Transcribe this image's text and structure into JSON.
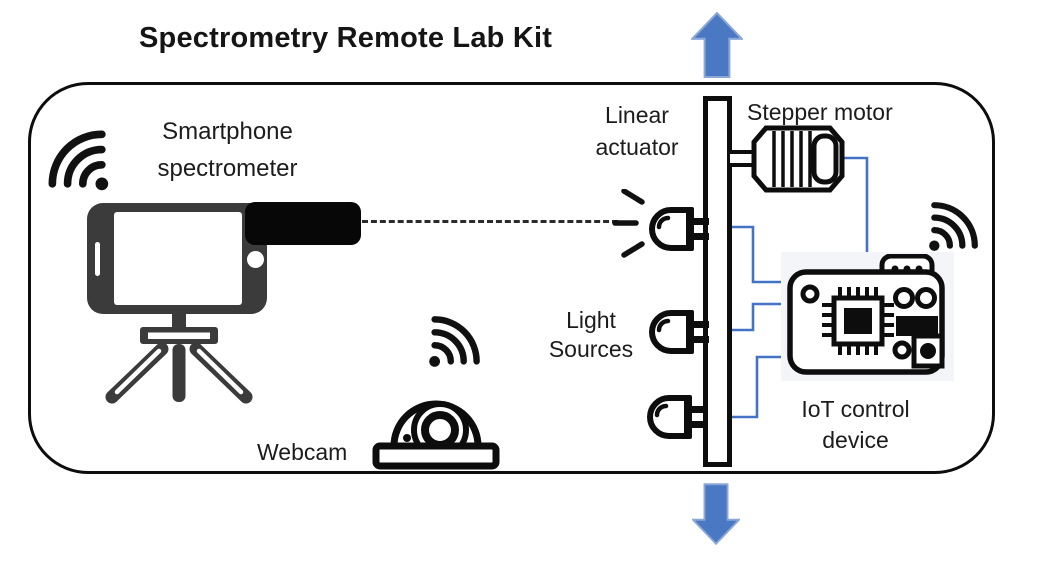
{
  "title": "Spectrometry Remote Lab Kit",
  "labels": {
    "smartphone_spectrometer": {
      "line1": "Smartphone",
      "line2": "spectrometer"
    },
    "linear_actuator": {
      "line1": "Linear",
      "line2": "actuator"
    },
    "stepper_motor": "Stepper motor",
    "light_sources": {
      "line1": "Light",
      "line2": "Sources"
    },
    "webcam": "Webcam",
    "iot_control_device": {
      "line1": "IoT control",
      "line2": "device"
    }
  },
  "colors": {
    "wire_blue": "#4472c4",
    "arrow_blue_fill": "#4a78c2",
    "arrow_blue_edge": "#8ba7d6",
    "ink_black": "#0d0d0d",
    "phone_gray": "#3b3b3b",
    "board_backdrop": "#f3f5f9"
  },
  "icons": {
    "wifi_icon": "three quarter-arcs with dot",
    "up_arrow_icon": "solid blue arrow pointing up",
    "down_arrow_icon": "solid blue arrow pointing down",
    "smartphone_icon": "landscape phone with black spectrometer attachment on tripod",
    "tripod_icon": "three-legged camera tripod",
    "webcam_icon": "dome surveillance camera with lens rings",
    "led_icon": "LED bulb with two lead pins",
    "light_rays_icon": "three emission rays",
    "stepper_motor_icon": "ribbed motor housing with shaft",
    "iot_board_icon": "PCB with QFP chip, holes, connector and components"
  }
}
